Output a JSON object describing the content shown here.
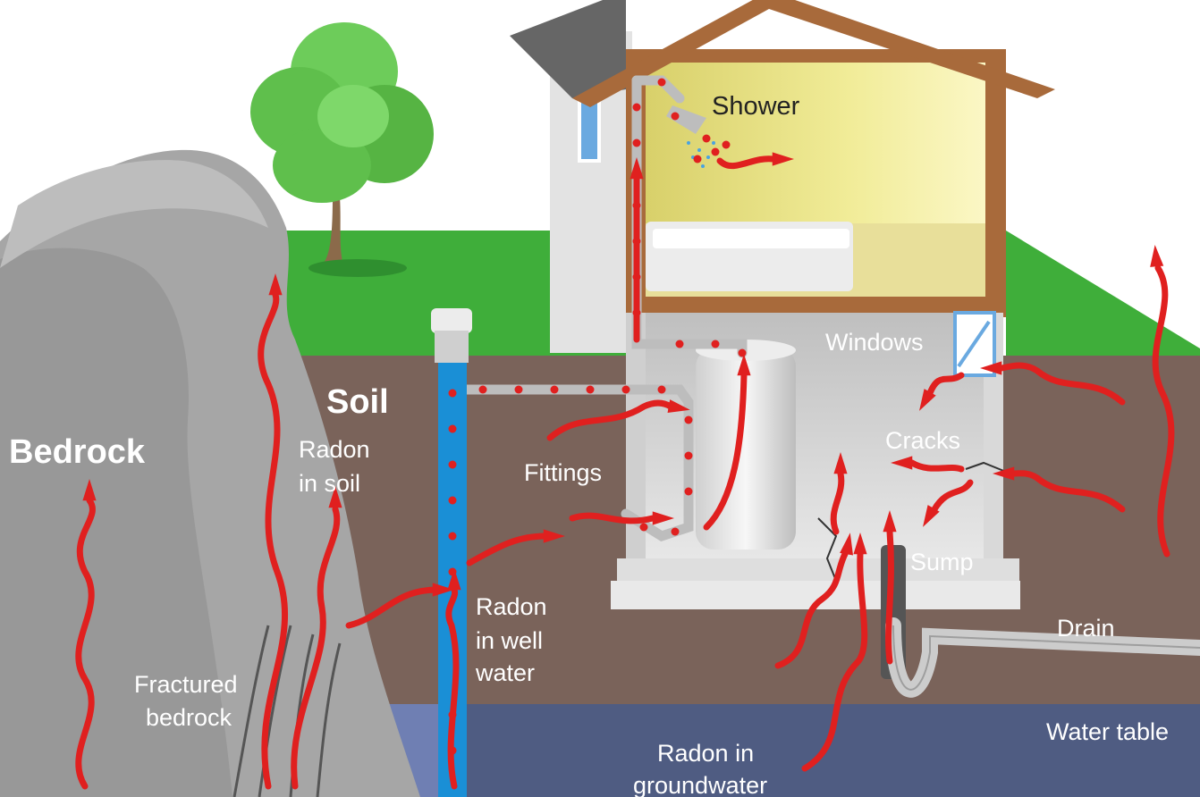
{
  "labels": {
    "shower": "Shower",
    "windows": "Windows",
    "soil": "Soil",
    "bedrock": "Bedrock",
    "radon_soil_1": "Radon",
    "radon_soil_2": "in soil",
    "fittings": "Fittings",
    "cracks": "Cracks",
    "sump": "Sump",
    "drain": "Drain",
    "radon_well_1": "Radon",
    "radon_well_2": "in well",
    "radon_well_3": "water",
    "fractured_1": "Fractured",
    "fractured_2": "bedrock",
    "water_table": "Water table",
    "radon_gw_1": "Radon in",
    "radon_gw_2": "groundwater"
  },
  "colors": {
    "sky": "#ffffff",
    "grass": "#3fae3a",
    "grass_dark": "#2f9a2f",
    "soil": "#7a635a",
    "rock": "#a6a6a6",
    "rock_dark": "#7f7f7f",
    "water": "#6f7fb3",
    "water_dark": "#4f5c82",
    "wall": "#d9d9d9",
    "roof": "#666666",
    "trim": "#a86a3b",
    "room": "#f3ee9a",
    "well_pipe": "#1a8fd6",
    "radon": "#e0201f"
  }
}
